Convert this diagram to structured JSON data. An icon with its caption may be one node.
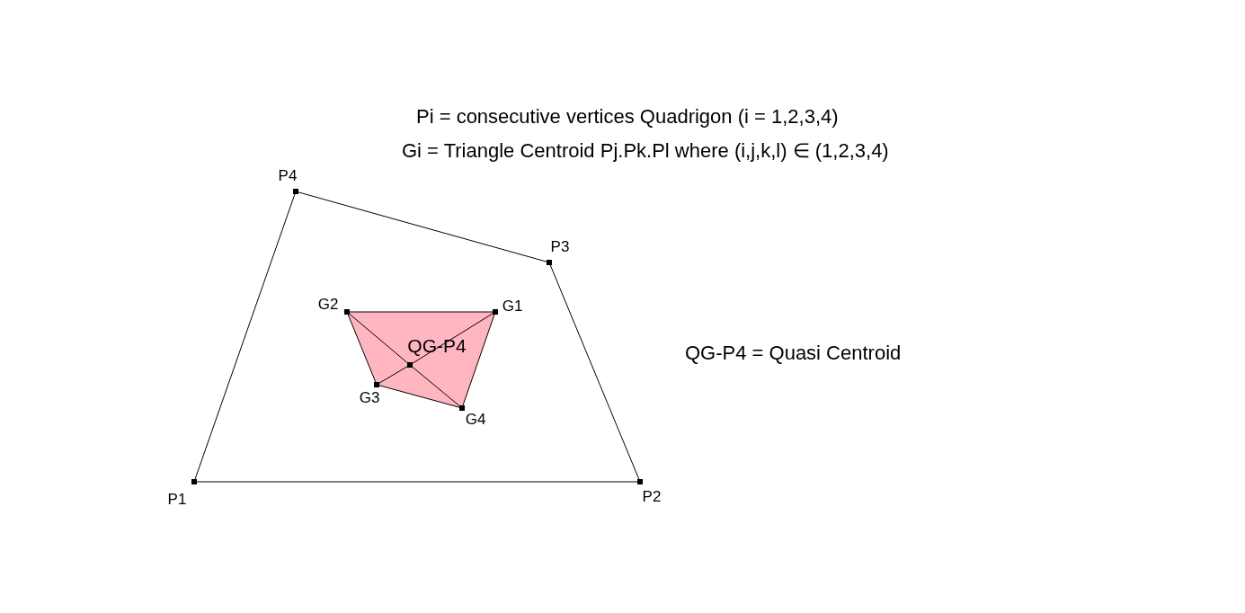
{
  "diagram": {
    "nodes": [
      {
        "text": [],
        "shape": "box",
        "beside": [
          "P1"
        ]
      },
      {
        "text": [],
        "shape": "box",
        "beside": [
          "P2"
        ]
      },
      {
        "text": [],
        "shape": "box",
        "beside": [
          "P3"
        ]
      },
      {
        "text": [],
        "shape": "box",
        "beside": [
          "P4"
        ]
      },
      {
        "text": [],
        "shape": "box",
        "beside": [
          "G1"
        ]
      },
      {
        "text": [],
        "shape": "box",
        "beside": [
          "G2"
        ]
      },
      {
        "text": [],
        "shape": "box",
        "beside": [
          "G3"
        ]
      },
      {
        "text": [],
        "shape": "box",
        "beside": [
          "G4"
        ]
      },
      {
        "text": [],
        "shape": "box",
        "beside": [
          "QG-P4"
        ]
      }
    ],
    "edges": [
      {
        "from": 0,
        "to": 1,
        "arrow": "none"
      },
      {
        "from": 1,
        "to": 2,
        "arrow": "none"
      },
      {
        "from": 2,
        "to": 3,
        "arrow": "none"
      },
      {
        "from": 3,
        "to": 0,
        "arrow": "none"
      },
      {
        "from": 5,
        "to": 4,
        "arrow": "none"
      },
      {
        "from": 4,
        "to": 7,
        "arrow": "none"
      },
      {
        "from": 7,
        "to": 6,
        "arrow": "none"
      },
      {
        "from": 6,
        "to": 5,
        "arrow": "none"
      },
      {
        "from": 5,
        "to": 8,
        "arrow": "none"
      },
      {
        "from": 8,
        "to": 7,
        "arrow": "none"
      },
      {
        "from": 4,
        "to": 8,
        "arrow": "none"
      },
      {
        "from": 8,
        "to": 6,
        "arrow": "none"
      }
    ],
    "labels": [
      "Pi = consecutive vertices Quadrigon (i = 1,2,3,4)",
      "Gi = Triangle Centroid Pj.Pk.Pl where  (i,j,k,l) ∈ (1,2,3,4)",
      "QG-P4 = Quasi Centroid"
    ]
  }
}
